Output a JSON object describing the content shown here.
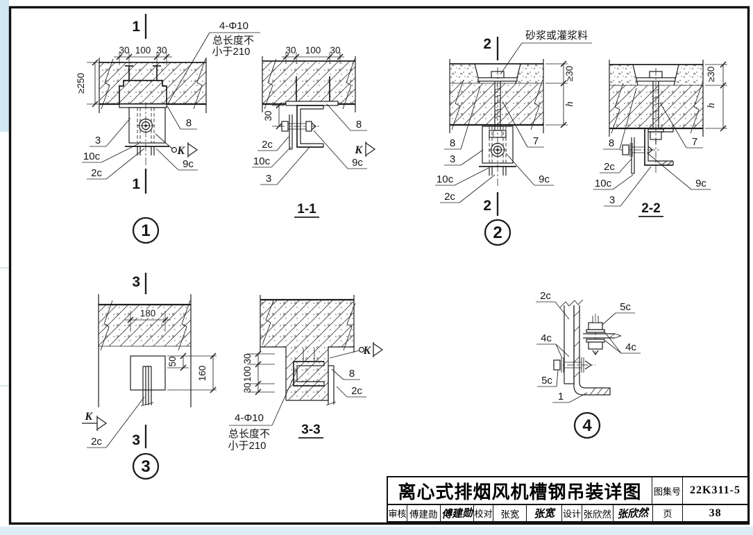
{
  "page": {
    "details": {
      "d1": {
        "mark": "1",
        "bubble": "1",
        "dims_top": [
          "30",
          "100",
          "30"
        ],
        "dim_left": "≥250",
        "note": [
          "4-Φ10",
          "总长度不",
          "小于210"
        ],
        "labels": {
          "n3": "3",
          "n10c": "10c",
          "n2c": "2c",
          "n8": "8",
          "n9c": "9c",
          "k": "K"
        }
      },
      "d11": {
        "title": "1-1",
        "dims_top": [
          "30",
          "100",
          "30"
        ],
        "dim_left": "30",
        "labels": {
          "n2c": "2c",
          "n10c": "10c",
          "n3": "3",
          "n8": "8",
          "n9c": "9c",
          "k": "K"
        }
      },
      "d2": {
        "mark": "2",
        "bubble": "2",
        "note": "砂浆或灌浆料",
        "dim_top": "≥30",
        "dim_bot": "h",
        "labels": {
          "n8": "8",
          "n3": "3",
          "n10c": "10c",
          "n2c": "2c",
          "n7": "7",
          "n9c": "9c"
        }
      },
      "d22": {
        "title": "2-2",
        "dim_top": "≥30",
        "dim_bot": "h",
        "labels": {
          "n8": "8",
          "n2c": "2c",
          "n10c": "10c",
          "n3": "3",
          "n7": "7",
          "n9c": "9c"
        }
      },
      "d3": {
        "mark": "3",
        "bubble": "3",
        "dim_top": "180",
        "dim_a": "50",
        "dim_b": "160",
        "labels": {
          "k": "K",
          "n2c": "2c"
        }
      },
      "d33": {
        "title": "3-3",
        "dims_left": [
          "30",
          "100",
          "30"
        ],
        "note": [
          "4-Φ10",
          "总长度不",
          "小于210"
        ],
        "labels": {
          "k": "K",
          "n8": "8",
          "n2c": "2c"
        }
      },
      "d4": {
        "bubble": "4",
        "labels": {
          "n2c": "2c",
          "n5c_top": "5c",
          "n4c_left": "4c",
          "n4c_right": "4c",
          "n5c_bot": "5c",
          "n1": "1"
        }
      }
    },
    "title_block": {
      "title": "离心式排烟风机槽钢吊装详图",
      "atlas_label": "图集号",
      "atlas_no": "22K311-5",
      "page_label": "页",
      "page_no": "38",
      "cells": [
        {
          "label": "审核",
          "name": "傅建勋",
          "sig": "傅建勋"
        },
        {
          "label": "校对",
          "name": "张宽",
          "sig": "张宽"
        },
        {
          "label": "设计",
          "name": "张欣然",
          "sig": "张欣然"
        }
      ]
    }
  }
}
